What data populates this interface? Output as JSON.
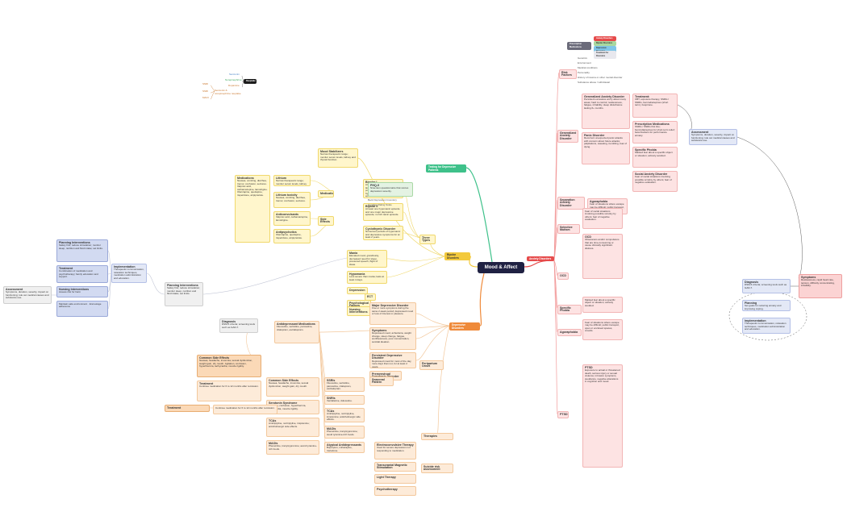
{
  "center": {
    "title": "Mood & Affect",
    "color": "#1f2142"
  },
  "branches": {
    "anxiety": {
      "label": "Anxiety Disorders",
      "color": "#e64a4a"
    },
    "bipolar": {
      "label": "Bipolar Disorders",
      "color": "#f3c93c"
    },
    "depressive": {
      "label": "Depressive Disorders",
      "color": "#ef8a3a"
    },
    "testing": {
      "label": "Testing for Depressive Patients",
      "color": "#3ec18a"
    },
    "reuptake": {
      "label": "Reuptake",
      "color": "#1c1c1c"
    }
  },
  "legend": {
    "title": "Prescription Medications",
    "items": [
      "Anxiety Disorders",
      "Bipolar Disorders",
      "Depressive Disorders",
      "Treatment for Disorders"
    ]
  },
  "reuptake_map": {
    "serotonin": "Serotonin",
    "norepinephrine": "Norepinephrine",
    "dopamine": "Dopamine",
    "snri": "SNRI",
    "ssri": "SSRI",
    "maoi": "MAOI",
    "note": "Serotonin & norepinephrine reuptake",
    "side": "Side effects"
  },
  "anxiety_nodes": {
    "risk": "Risk Factors",
    "risk_items": [
      "Genetics",
      "Environment",
      "Medical conditions",
      "Personality",
      "History of trauma or other mental disorder",
      "Substance abuse / withdrawal"
    ],
    "gad": "Generalized Anxiety Disorder",
    "gad_text": "Persistent excessive worry about many areas; hard to control; restlessness, fatigue, irritability, sleep disturbance lasting 6+ months.",
    "panic": "Panic Disorder",
    "panic_text": "Recurrent unexpected panic attacks with concern about future attacks; palpitations, sweating, trembling, fear of dying.",
    "phobia": "Specific Phobia",
    "phobia_text": "Marked fear about a specific object or situation; actively avoided.",
    "social": "Social Anxiety Disorder",
    "social_text": "Fear of social situations involving possible scrutiny by others; fear of negative evaluation.",
    "agora": "Agoraphobia",
    "agora_text": "Fear of situations where escape may be difficult; public transport, open or enclosed spaces, crowds.",
    "separation": "Separation Anxiety Disorder",
    "selective": "Selective Mutism",
    "ocd": "OCD",
    "ocd_text": "Obsessions and/or compulsions that are time-consuming or cause clinically significant distress.",
    "ptsd": "PTSD",
    "ptsd_text": "Exposure to actual or threatened death, serious injury or sexual violence; intrusion symptoms, avoidance, negative alterations in cognition and mood.",
    "treatment": "Treatment:",
    "treatment_text": "CBT, exposure therapy, SSRIs / SNRIs, benzodiazepines (short term), buspirone.",
    "pharm_title": "Prescription Medications",
    "pharm_text": "SSRIs / SNRIs first line; benzodiazepines for short-term relief; beta blockers for performance anxiety.",
    "right_a_title": "Assessment",
    "right_a_text": "Symptoms, duration, severity, impact on functioning; rule out medical causes and substance use.",
    "right_b_title": "Diagnosis",
    "right_b_text": "DSM-5 criteria; screening tools such as GAD-7.",
    "right_c_title": "Planning",
    "right_c_text": "Set goals for reducing anxiety and improving coping.",
    "right_d_title": "Implementation",
    "right_d_text": "Therapeutic communication, relaxation techniques, medication administration and education.",
    "right_e_title": "Symptoms",
    "right_e_text": "Restlessness, rapid heart rate, tension, difficulty concentrating, irritability."
  },
  "bipolar_nodes": {
    "type1": "Bipolar I",
    "type1_text": "At least one manic episode lasting at least 1 week; may be preceded or followed by hypomanic or major depressive episodes.",
    "type2": "Bipolar II",
    "type2_text": "At least one hypomanic episode and one major depressive episode; no full manic episode.",
    "cyclo": "Cyclothymic Disorder",
    "cyclo_text": "Numerous periods of hypomanic and depressive symptoms for at least 2 years.",
    "types": "Three Types",
    "mood_stab": "Mood Stabilizers",
    "lithium": "Lithium",
    "lithium_text": "Narrow therapeutic range; monitor serum levels, kidney and thyroid function.",
    "toxicity": "Lithium toxicity",
    "toxicity_text": "Nausea, vomiting, diarrhea, tremor, confusion, seizures.",
    "anticonv": "Anticonvulsants",
    "anticonv_text": "Valproic acid, carbamazepine, lamotrigine.",
    "antipsych": "Antipsychotics",
    "antipsych_text": "Olanzapine, quetiapine, risperidone, aripiprazole.",
    "meds": "Medications",
    "side_effects": "Side Effects",
    "mania": "Mania",
    "mania_text": "Elevated mood, grandiosity, decreased need for sleep, pressured speech, flight of ideas.",
    "hypomania": "Hypomania",
    "hypomania_text": "Less severe than mania; lasts at least 4 days.",
    "depression": "Depression",
    "ect": "ECT",
    "psycho": "Psychological Factors",
    "nursing": "Nursing Interventions",
    "left_title": "Planning Interventions",
    "left_text": "Safety first; reduce stimulation; monitor sleep, nutrition and fluid intake; set limits.",
    "left_b_title": "Treatment",
    "left_b_text": "Combination of medication and psychotherapy; family education and support.",
    "notes": [
      "Assess risk for harm",
      "Maintain safe environment",
      "Encourage adherence"
    ]
  },
  "depressive_nodes": {
    "mdd": "Major Depressive Disorder",
    "mdd_text": "Five or more symptoms during the same 2-week period; depressed mood or loss of interest or pleasure.",
    "symptoms": "Symptoms",
    "symptoms_text": "Depressed mood, anhedonia, weight change, sleep change, fatigue, worthlessness, poor concentration, suicidal ideation.",
    "dysthymia": "Persistent Depressive Disorder",
    "dysthymia_text": "Depressed mood for most of the day, more days than not, for at least 2 years.",
    "pmdd": "Premenstrual Dysphoric Disorder",
    "sad": "Seasonal Pattern",
    "postpartum": "Peripartum Onset",
    "risk": "Risk Factors",
    "antidep": "Antidepressant Medications",
    "ssri": "SSRIs",
    "ssri_text": "Fluoxetine, sertraline, paroxetine, citalopram, escitalopram.",
    "snri": "SNRIs",
    "snri_text": "Venlafaxine, duloxetine.",
    "tca": "TCAs",
    "tca_text": "Amitriptyline, nortriptyline, imipramine; anticholinergic side effects.",
    "maoi": "MAOIs",
    "maoi_text": "Phenelzine, tranylcypromine; avoid tyramine-rich foods.",
    "atypical": "Atypical Antidepressants",
    "atypical_text": "Bupropion, mirtazapine, trazodone.",
    "serotonin": "Serotonin Syndrome",
    "serotonin_text": "Agitation, confusion, hyperthermia, tachycardia, muscle rigidity.",
    "therapies": "Therapies",
    "ect": "Electroconvulsive Therapy",
    "ect_text": "Used for severe depression not responding to medication.",
    "tms": "Transcranial Magnetic Stimulation",
    "light": "Light Therapy",
    "psychotherapy": "Psychotherapy",
    "left_title": "Common Side Effects",
    "left_text": "Nausea, headache, insomnia, sexual dysfunction, weight gain, dry mouth.",
    "treat_title": "Treatment",
    "treat_text": "Continue medication for 6 to 12 months after remission.",
    "suicide": "Suicide risk assessment"
  },
  "testing_nodes": {
    "phq9": "PHQ-9",
    "phq9_text": "Nine-item questionnaire that scores depression severity.",
    "bdi": "Beck Depression Inventory",
    "hamd": "Hamilton Rating Scale"
  }
}
